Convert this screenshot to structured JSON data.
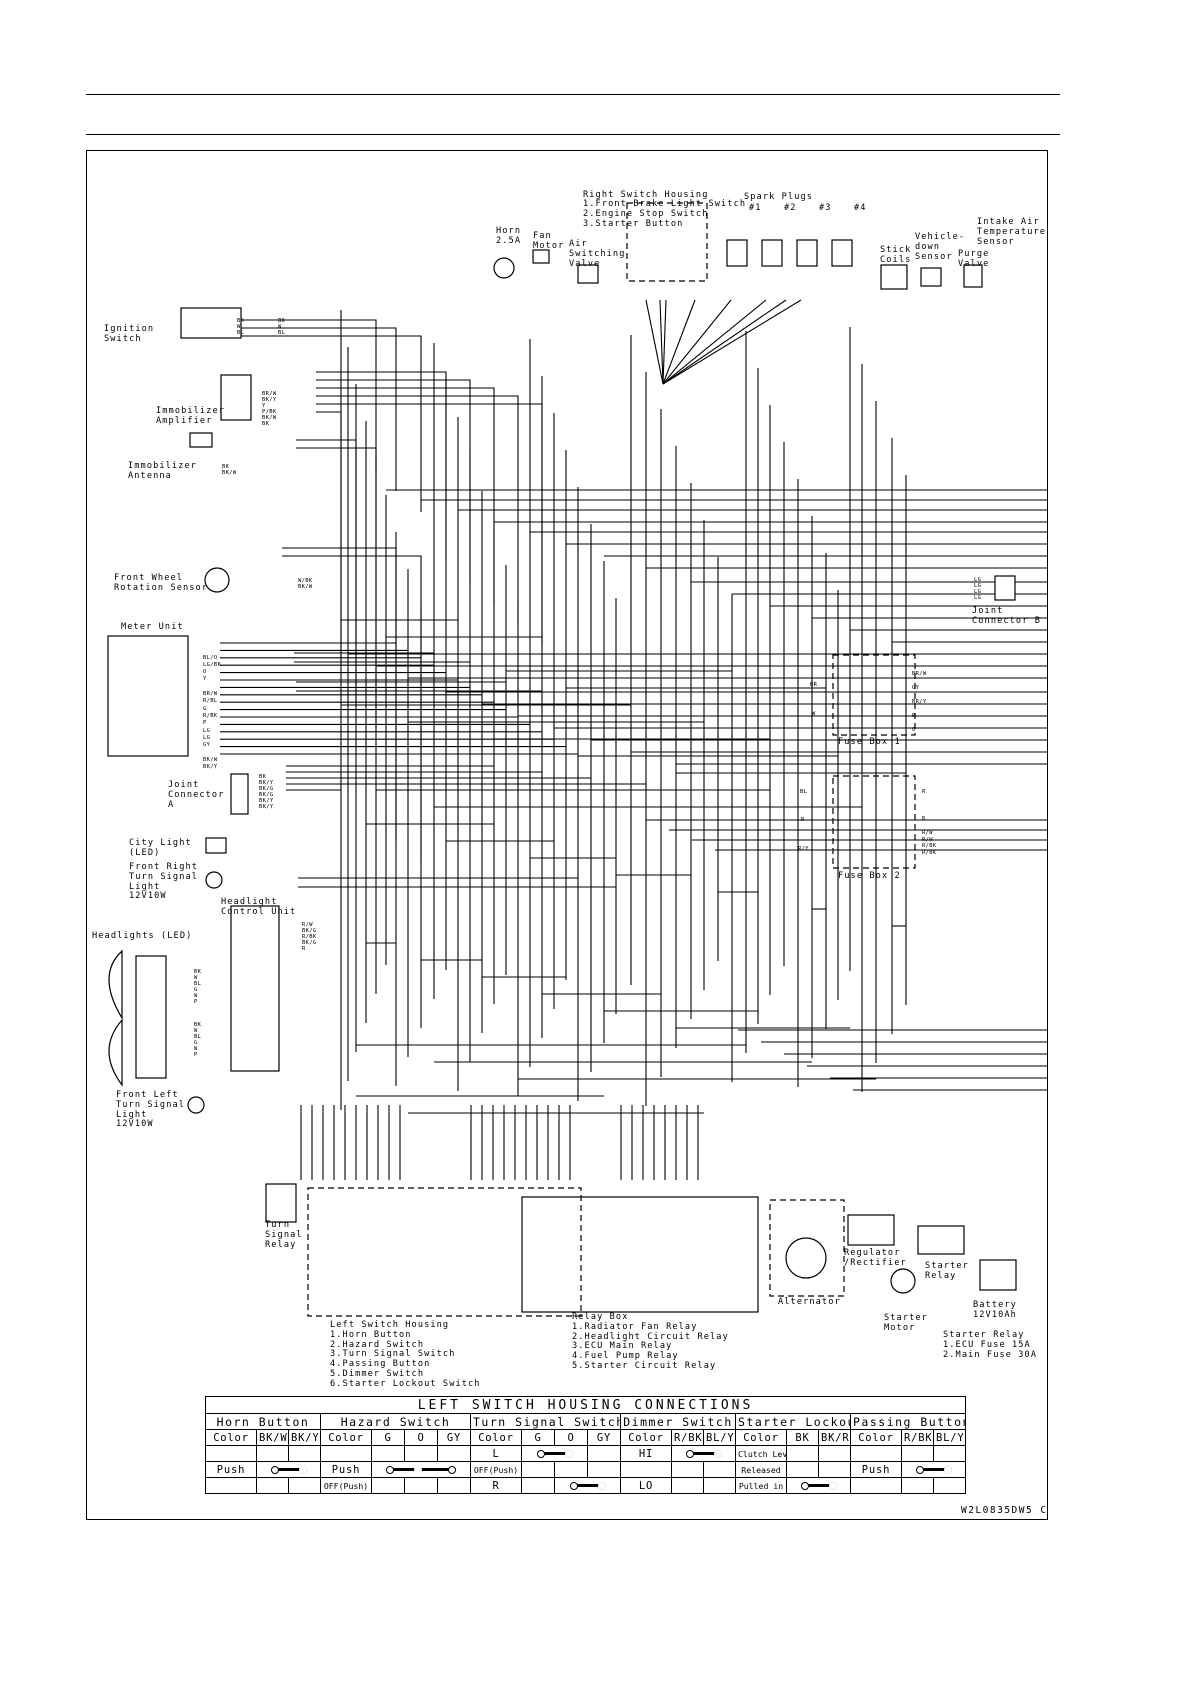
{
  "diagram": {
    "code": "W2L0835DW5 C",
    "labels": {
      "right_switch": [
        "Right Switch Housing",
        "1.Front Brake Light Switch",
        "2.Engine Stop Switch",
        "3.Starter Button"
      ],
      "spark_plugs": "Spark Plugs",
      "plug_numbers": [
        "#1",
        "#2",
        "#3",
        "#4"
      ],
      "stick_coils": [
        "Stick",
        "Coils"
      ],
      "horn": [
        "Horn",
        "2.5A"
      ],
      "fan_motor": [
        "Fan",
        "Motor"
      ],
      "air_valve": [
        "Air",
        "Switching",
        "Valve"
      ],
      "vehicle_down": [
        "Vehicle-",
        "down",
        "Sensor"
      ],
      "purge_valve": [
        "Purge",
        "Valve"
      ],
      "intake_air": [
        "Intake Air",
        "Temperature",
        "Sensor"
      ],
      "ignition": [
        "Ignition",
        "Switch"
      ],
      "immobilizer_amp": [
        "Immobilizer",
        "Amplifier"
      ],
      "immobilizer_ant": [
        "Immobilizer",
        "Antenna"
      ],
      "front_wheel": [
        "Front Wheel",
        "Rotation Sensor"
      ],
      "joint_b": [
        "Joint",
        "Connector B"
      ],
      "meter_unit": "Meter Unit",
      "fuse_box_1": "Fuse Box 1",
      "fuse_box_2": "Fuse Box 2",
      "joint_a": [
        "Joint",
        "Connector",
        "A"
      ],
      "city_light": [
        "City Light",
        "(LED)"
      ],
      "front_right_turn": [
        "Front Right",
        "Turn Signal",
        "Light",
        "12V10W"
      ],
      "headlight_cu": [
        "Headlight",
        "Control Unit"
      ],
      "headlights": "Headlights (LED)",
      "front_left_turn": [
        "Front Left",
        "Turn Signal",
        "Light",
        "12V10W"
      ],
      "turn_relay": [
        "Turn",
        "Signal",
        "Relay"
      ],
      "left_switch": [
        "Left Switch Housing",
        "1.Horn Button",
        "2.Hazard Switch",
        "3.Turn Signal Switch",
        "4.Passing Button",
        "5.Dimmer Switch",
        "6.Starter Lockout Switch"
      ],
      "relay_box": [
        "Relay Box",
        "1.Radiator Fan Relay",
        "2.Headlight Circuit Relay",
        "3.ECU Main Relay",
        "4.Fuel Pump Relay",
        "5.Starter Circuit Relay"
      ],
      "alternator": "Alternator",
      "regulator": [
        "Regulator",
        "/Rectifier"
      ],
      "starter_motor": [
        "Starter",
        "Motor"
      ],
      "starter_relay": [
        "Starter",
        "Relay"
      ],
      "battery": [
        "Battery",
        "12V10Ah"
      ],
      "starter_relay_notes": [
        "Starter Relay",
        "1.ECU Fuse 15A",
        "2.Main Fuse 30A"
      ]
    },
    "wire_colors": {
      "ignition": [
        "BK",
        "W",
        "BL"
      ],
      "immobilizer_amp": [
        "BR/W",
        "BK/Y",
        "Y",
        "P/BK",
        "BK/W",
        "BK"
      ],
      "immobilizer_ant": [
        "BK",
        "BK/W"
      ],
      "front_wheel": [
        "W/BK",
        "BK/W"
      ],
      "meter": [
        "BL/O",
        "LG/BK",
        "O",
        "Y",
        "BR/W",
        "R/BL",
        "G",
        "R/BK",
        "P",
        "LG",
        "LG",
        "GY",
        "BK/W",
        "BK/Y"
      ],
      "joint_a": [
        "BK",
        "BK/Y",
        "BK/G",
        "BK/G",
        "BK/Y",
        "BK/Y"
      ],
      "fuse_box_1": [
        "BR",
        "W",
        "BR/W",
        "GY",
        "BR/Y",
        "R",
        "O"
      ],
      "fuse_box_2": [
        "BL",
        "R",
        "R/Y",
        "R",
        "R",
        "R/W",
        "R/W",
        "R/BK",
        "R/BK"
      ],
      "headlight_cu": [
        "R/W",
        "BK/G",
        "R/BK",
        "BK/G",
        "R"
      ],
      "headlights": [
        "BK",
        "W",
        "BL",
        "G",
        "W",
        "P"
      ],
      "joint_b": [
        "LG",
        "LG",
        "LG",
        "LG"
      ]
    }
  },
  "table": {
    "title": "LEFT SWITCH HOUSING CONNECTIONS",
    "groups": [
      "Horn Button",
      "Hazard Switch",
      "Turn Signal Switch",
      "Dimmer Switch",
      "Starter Lockout Switch",
      "Passing Button"
    ],
    "headers": {
      "horn": [
        "Color",
        "BK/W",
        "BK/Y"
      ],
      "hazard": [
        "Color",
        "G",
        "O",
        "GY"
      ],
      "turn": [
        "Color",
        "G",
        "O",
        "GY"
      ],
      "dimmer": [
        "Color",
        "R/BK",
        "BL/Y"
      ],
      "lockout": [
        "Color",
        "BK",
        "BK/R"
      ],
      "passing": [
        "Color",
        "R/BK",
        "BL/Y"
      ]
    },
    "rows": {
      "r1": {
        "turn": "L",
        "dimmer": "HI",
        "lockout": "Clutch Lever"
      },
      "r2": {
        "horn": "Push",
        "hazard": "Push",
        "turn": "OFF(Push)",
        "lockout": "Released",
        "passing": "Push"
      },
      "r3": {
        "hazard": "OFF(Push)",
        "turn": "R",
        "dimmer": "LO",
        "lockout": "Pulled in"
      }
    }
  }
}
